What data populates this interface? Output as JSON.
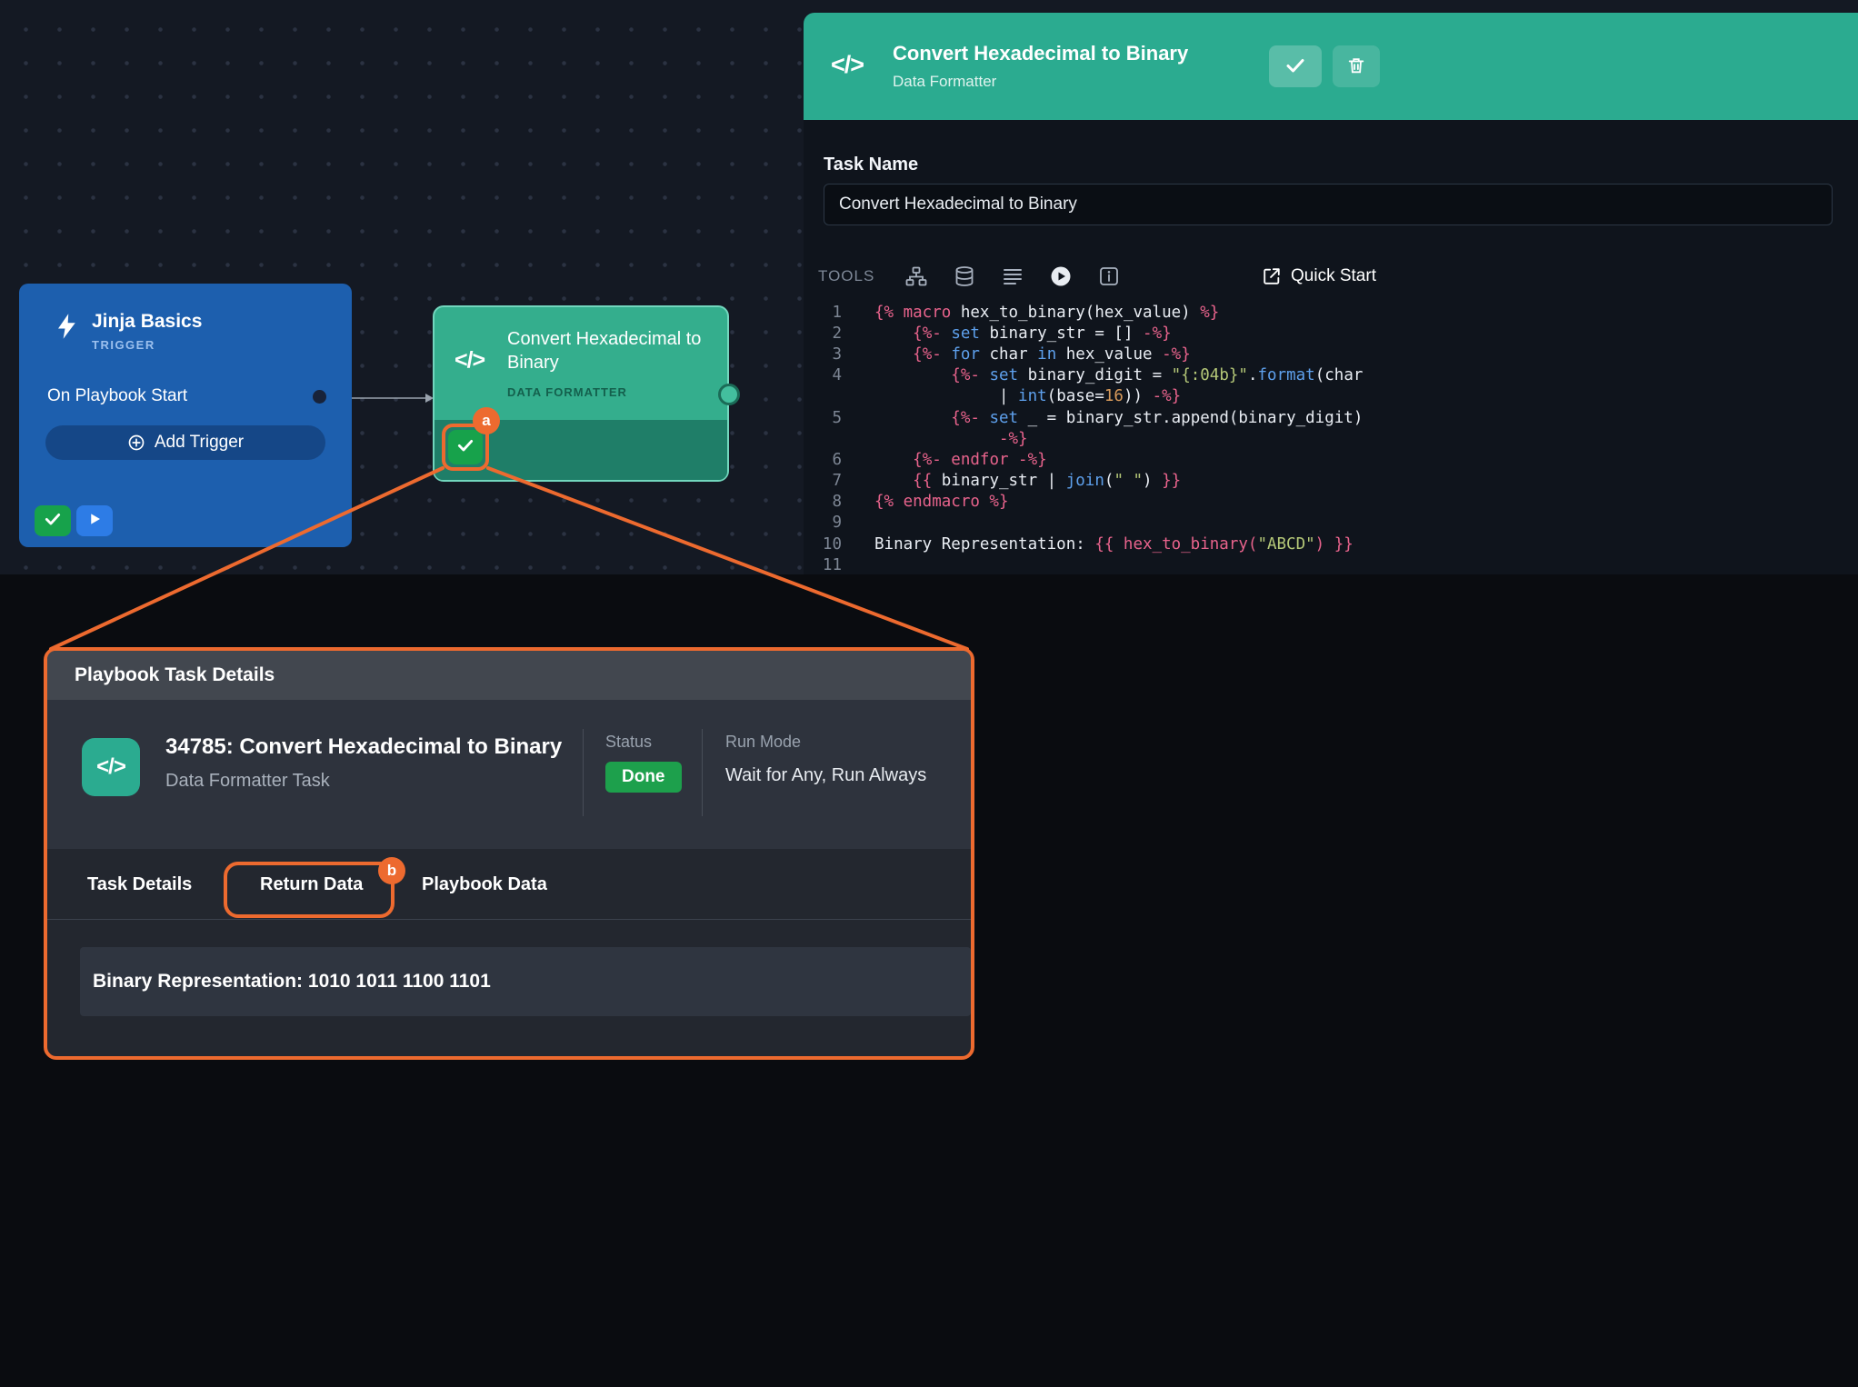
{
  "colors": {
    "accent_orange": "#ED6A2F",
    "teal": "#2BAB90",
    "node_blue": "#1D5FAE",
    "success_green": "#17A24B",
    "done_green": "#1DA04C"
  },
  "canvas": {
    "trigger_node": {
      "title": "Jinja Basics",
      "type_label": "TRIGGER",
      "row_label": "On Playbook Start",
      "add_trigger_label": "Add Trigger"
    },
    "task_node": {
      "title": "Convert Hexadecimal to Binary",
      "type_label": "DATA FORMATTER"
    }
  },
  "annotations": {
    "a": "a",
    "b": "b"
  },
  "panel": {
    "header": {
      "title": "Convert Hexadecimal to Binary",
      "subtitle": "Data Formatter"
    },
    "task_name": {
      "label": "Task Name",
      "value": "Convert Hexadecimal to Binary"
    },
    "toolbar": {
      "label": "TOOLS",
      "quick_start": "Quick Start",
      "icons": [
        "sitemap-icon",
        "stack-icon",
        "justify-icon",
        "play-circle-icon",
        "info-icon"
      ]
    },
    "code": {
      "rows": [
        {
          "num": "1",
          "seg": [
            [
              "k",
              "{% macro "
            ],
            [
              "p",
              "hex_to_binary(hex_value) "
            ],
            [
              "k",
              "%}"
            ]
          ]
        },
        {
          "num": "2",
          "seg": [
            [
              "p",
              "    "
            ],
            [
              "k",
              "{%- "
            ],
            [
              "b",
              "set "
            ],
            [
              "p",
              "binary_str = [] "
            ],
            [
              "k",
              "-%}"
            ]
          ]
        },
        {
          "num": "3",
          "seg": [
            [
              "p",
              "    "
            ],
            [
              "k",
              "{%- "
            ],
            [
              "b",
              "for "
            ],
            [
              "p",
              "char "
            ],
            [
              "b",
              "in "
            ],
            [
              "p",
              "hex_value "
            ],
            [
              "k",
              "-%}"
            ]
          ]
        },
        {
          "num": "4",
          "seg": [
            [
              "p",
              "        "
            ],
            [
              "k",
              "{%- "
            ],
            [
              "b",
              "set "
            ],
            [
              "p",
              "binary_digit = "
            ],
            [
              "s",
              "\"{:04b}\""
            ],
            [
              "p",
              "."
            ],
            [
              "b",
              "format"
            ],
            [
              "p",
              "(char"
            ]
          ]
        },
        {
          "num": "",
          "seg": [
            [
              "p",
              "             | "
            ],
            [
              "b",
              "int"
            ],
            [
              "p",
              "(base="
            ],
            [
              "n",
              "16"
            ],
            [
              "p",
              ")) "
            ],
            [
              "k",
              "-%}"
            ]
          ]
        },
        {
          "num": "5",
          "seg": [
            [
              "p",
              "        "
            ],
            [
              "k",
              "{%- "
            ],
            [
              "b",
              "set "
            ],
            [
              "p",
              "_ = binary_str.append(binary_digit)"
            ]
          ]
        },
        {
          "num": "",
          "seg": [
            [
              "p",
              "             "
            ],
            [
              "k",
              "-%}"
            ]
          ]
        },
        {
          "num": "6",
          "seg": [
            [
              "p",
              "    "
            ],
            [
              "k",
              "{%- endfor -%}"
            ]
          ]
        },
        {
          "num": "7",
          "seg": [
            [
              "p",
              "    "
            ],
            [
              "k",
              "{{ "
            ],
            [
              "p",
              "binary_str | "
            ],
            [
              "b",
              "join"
            ],
            [
              "p",
              "("
            ],
            [
              "s",
              "\" \""
            ],
            [
              "p",
              ") "
            ],
            [
              "k",
              "}}"
            ]
          ]
        },
        {
          "num": "8",
          "seg": [
            [
              "k",
              "{% endmacro %}"
            ]
          ]
        },
        {
          "num": "9",
          "seg": []
        },
        {
          "num": "10",
          "seg": [
            [
              "p",
              "Binary Representation: "
            ],
            [
              "k",
              "{{ hex_to_binary("
            ],
            [
              "s",
              "\"ABCD\""
            ],
            [
              "k",
              ") }}"
            ]
          ]
        },
        {
          "num": "11",
          "seg": []
        }
      ]
    }
  },
  "modal": {
    "title": "Playbook Task Details",
    "task": {
      "title": "34785: Convert Hexadecimal to Binary",
      "subtitle": "Data Formatter Task",
      "status_label": "Status",
      "status_value": "Done",
      "run_mode_label": "Run Mode",
      "run_mode_value": "Wait for Any, Run Always"
    },
    "tabs": [
      {
        "label": "Task Details"
      },
      {
        "label": "Return Data"
      },
      {
        "label": "Playbook Data"
      }
    ],
    "result_text": "Binary Representation: 1010 1011 1100 1101"
  }
}
